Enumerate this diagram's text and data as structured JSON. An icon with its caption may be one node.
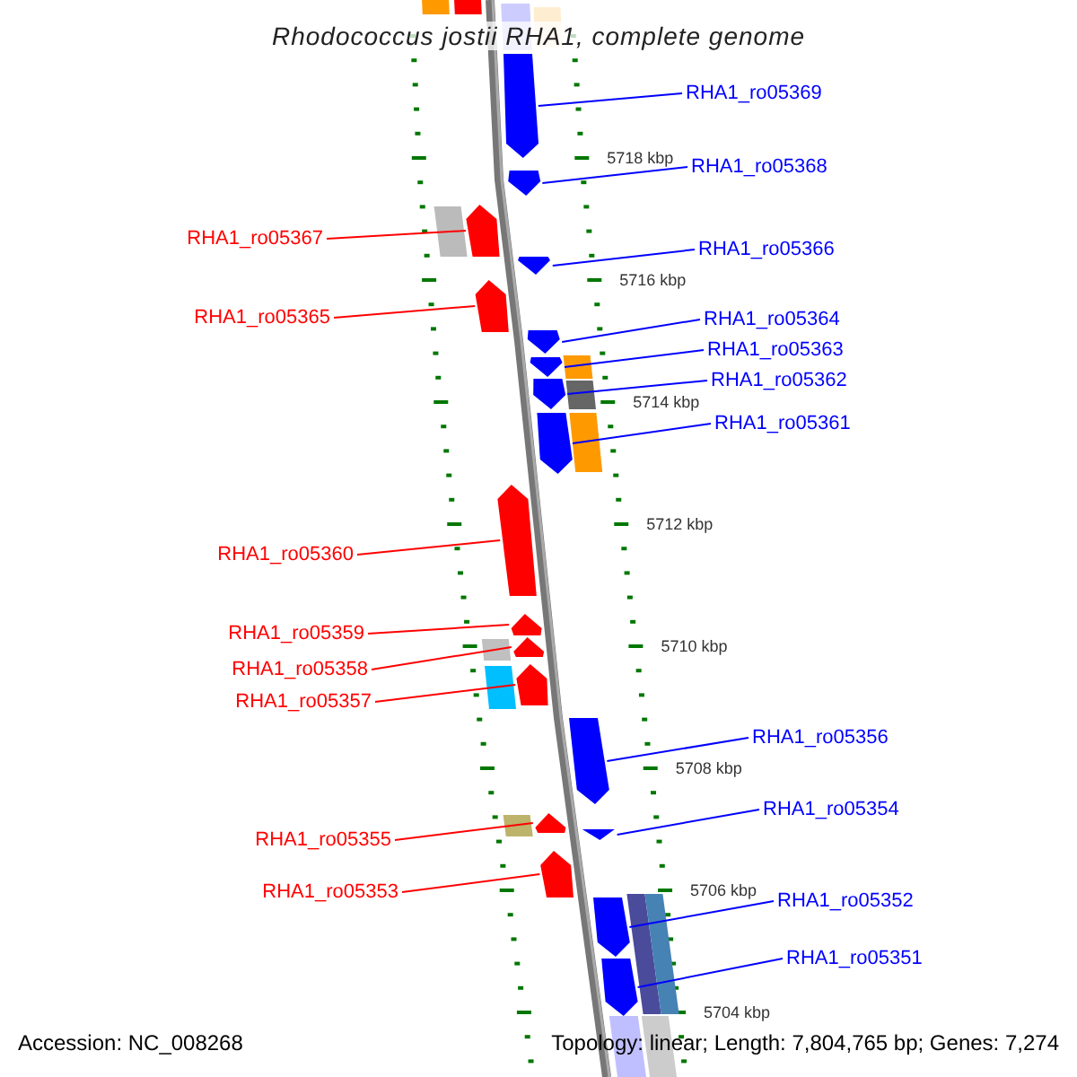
{
  "diagram": {
    "title": "Rhodococcus jostii RHA1, complete genome",
    "nodes": [
      {
        "text": [
          "RHA1_ro05369"
        ]
      },
      {
        "text": [],
        "shape": "arrow"
      },
      {
        "text": [
          "RHA1_ro05368"
        ]
      },
      {
        "text": [],
        "shape": "arrow"
      },
      {
        "text": [
          "RHA1_ro05367"
        ]
      },
      {
        "text": [],
        "shape": "arrow"
      },
      {
        "text": [
          "RHA1_ro05366"
        ]
      },
      {
        "text": [],
        "shape": "arrow"
      },
      {
        "text": [
          "RHA1_ro05365"
        ]
      },
      {
        "text": [],
        "shape": "arrow"
      },
      {
        "text": [
          "RHA1_ro05364"
        ]
      },
      {
        "text": [],
        "shape": "arrow"
      },
      {
        "text": [
          "RHA1_ro05363"
        ]
      },
      {
        "text": [],
        "shape": "arrow"
      },
      {
        "text": [
          "RHA1_ro05362"
        ]
      },
      {
        "text": [],
        "shape": "arrow"
      },
      {
        "text": [
          "RHA1_ro05361"
        ]
      },
      {
        "text": [],
        "shape": "arrow"
      },
      {
        "text": [
          "RHA1_ro05360"
        ]
      },
      {
        "text": [],
        "shape": "arrow"
      },
      {
        "text": [
          "RHA1_ro05359"
        ]
      },
      {
        "text": [],
        "shape": "arrow"
      },
      {
        "text": [
          "RHA1_ro05358"
        ]
      },
      {
        "text": [],
        "shape": "arrow"
      },
      {
        "text": [
          "RHA1_ro05357"
        ]
      },
      {
        "text": [],
        "shape": "arrow"
      },
      {
        "text": [
          "RHA1_ro05356"
        ]
      },
      {
        "text": [],
        "shape": "arrow"
      },
      {
        "text": [
          "RHA1_ro05354"
        ]
      },
      {
        "text": [],
        "shape": "arrow"
      },
      {
        "text": [
          "RHA1_ro05355"
        ]
      },
      {
        "text": [],
        "shape": "arrow"
      },
      {
        "text": [
          "RHA1_ro05353"
        ]
      },
      {
        "text": [],
        "shape": "arrow"
      },
      {
        "text": [
          "RHA1_ro05352"
        ]
      },
      {
        "text": [],
        "shape": "arrow"
      },
      {
        "text": [
          "RHA1_ro05351"
        ]
      },
      {
        "text": [],
        "shape": "arrow"
      },
      {
        "text": [],
        "shape": "bar"
      },
      {
        "text": [],
        "shape": "bar"
      },
      {
        "text": [],
        "shape": "bar"
      },
      {
        "text": [],
        "shape": "bar"
      },
      {
        "text": [],
        "shape": "bar"
      },
      {
        "text": [],
        "shape": "bar"
      },
      {
        "text": [],
        "shape": "bar"
      },
      {
        "text": [],
        "shape": "bar"
      },
      {
        "text": [],
        "shape": "bar"
      },
      {
        "text": [],
        "shape": "bar"
      },
      {
        "text": [],
        "shape": "bar"
      },
      {
        "text": [],
        "shape": "bar"
      },
      {
        "text": [],
        "shape": "bar"
      },
      {
        "text": [],
        "shape": "bar"
      },
      {
        "text": [],
        "shape": "bar"
      }
    ],
    "edges": [
      {
        "from": 0,
        "to": 1,
        "arrow": "none"
      },
      {
        "from": 2,
        "to": 3,
        "arrow": "none"
      },
      {
        "from": 4,
        "to": 5,
        "arrow": "none",
        "color": "#ff0000"
      },
      {
        "from": 6,
        "to": 7,
        "arrow": "none"
      },
      {
        "from": 8,
        "to": 9,
        "arrow": "none",
        "color": "#ff0000"
      },
      {
        "from": 10,
        "to": 11,
        "arrow": "none"
      },
      {
        "from": 12,
        "to": 13,
        "arrow": "none"
      },
      {
        "from": 14,
        "to": 15,
        "arrow": "none"
      },
      {
        "from": 16,
        "to": 17,
        "arrow": "none"
      },
      {
        "from": 18,
        "to": 19,
        "arrow": "none",
        "color": "#ff0000"
      },
      {
        "from": 20,
        "to": 21,
        "arrow": "none",
        "color": "#ff0000"
      },
      {
        "from": 22,
        "to": 23,
        "arrow": "none",
        "color": "#ff0000"
      },
      {
        "from": 24,
        "to": 25,
        "arrow": "none",
        "color": "#ff0000"
      },
      {
        "from": 26,
        "to": 27,
        "arrow": "none"
      },
      {
        "from": 28,
        "to": 29,
        "arrow": "none"
      },
      {
        "from": 30,
        "to": 31,
        "arrow": "none",
        "color": "#ff0000"
      },
      {
        "from": 32,
        "to": 33,
        "arrow": "none",
        "color": "#ff0000"
      },
      {
        "from": 34,
        "to": 35,
        "arrow": "none"
      },
      {
        "from": 36,
        "to": 37,
        "arrow": "none"
      }
    ],
    "labels": [
      "5718 kbp",
      "5716 kbp",
      "5714 kbp",
      "5712 kbp",
      "5710 kbp",
      "5708 kbp",
      "5706 kbp",
      "5704 kbp",
      "Accession: NC_008268",
      "Topology: linear; Length: 7,804,765 bp; Genes: 7,274"
    ]
  }
}
